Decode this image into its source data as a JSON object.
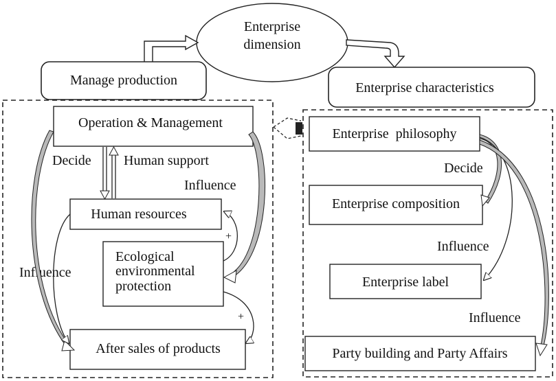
{
  "nodes": {
    "enterprise_dimension": [
      "Enterprise",
      "dimension"
    ],
    "manage_production": "Manage production",
    "enterprise_characteristics": "Enterprise characteristics",
    "operation_management": "Operation & Management",
    "human_resources": "Human resources",
    "ecological_protection": [
      "Ecological",
      "environmental",
      "protection"
    ],
    "after_sales": "After sales of products",
    "enterprise_philosophy": "Enterprise  philosophy",
    "enterprise_composition": "Enterprise composition",
    "enterprise_label": "Enterprise label",
    "party_building": "Party building and Party Affairs"
  },
  "edge_labels": {
    "decide_left": "Decide",
    "human_support": "Human support",
    "influence_top_left": "Influence",
    "influence_left": "Influence",
    "plus_1": "+",
    "plus_2": "+",
    "decide_right": "Decide",
    "influence_right_mid": "Influence",
    "influence_right_low": "Influence"
  }
}
